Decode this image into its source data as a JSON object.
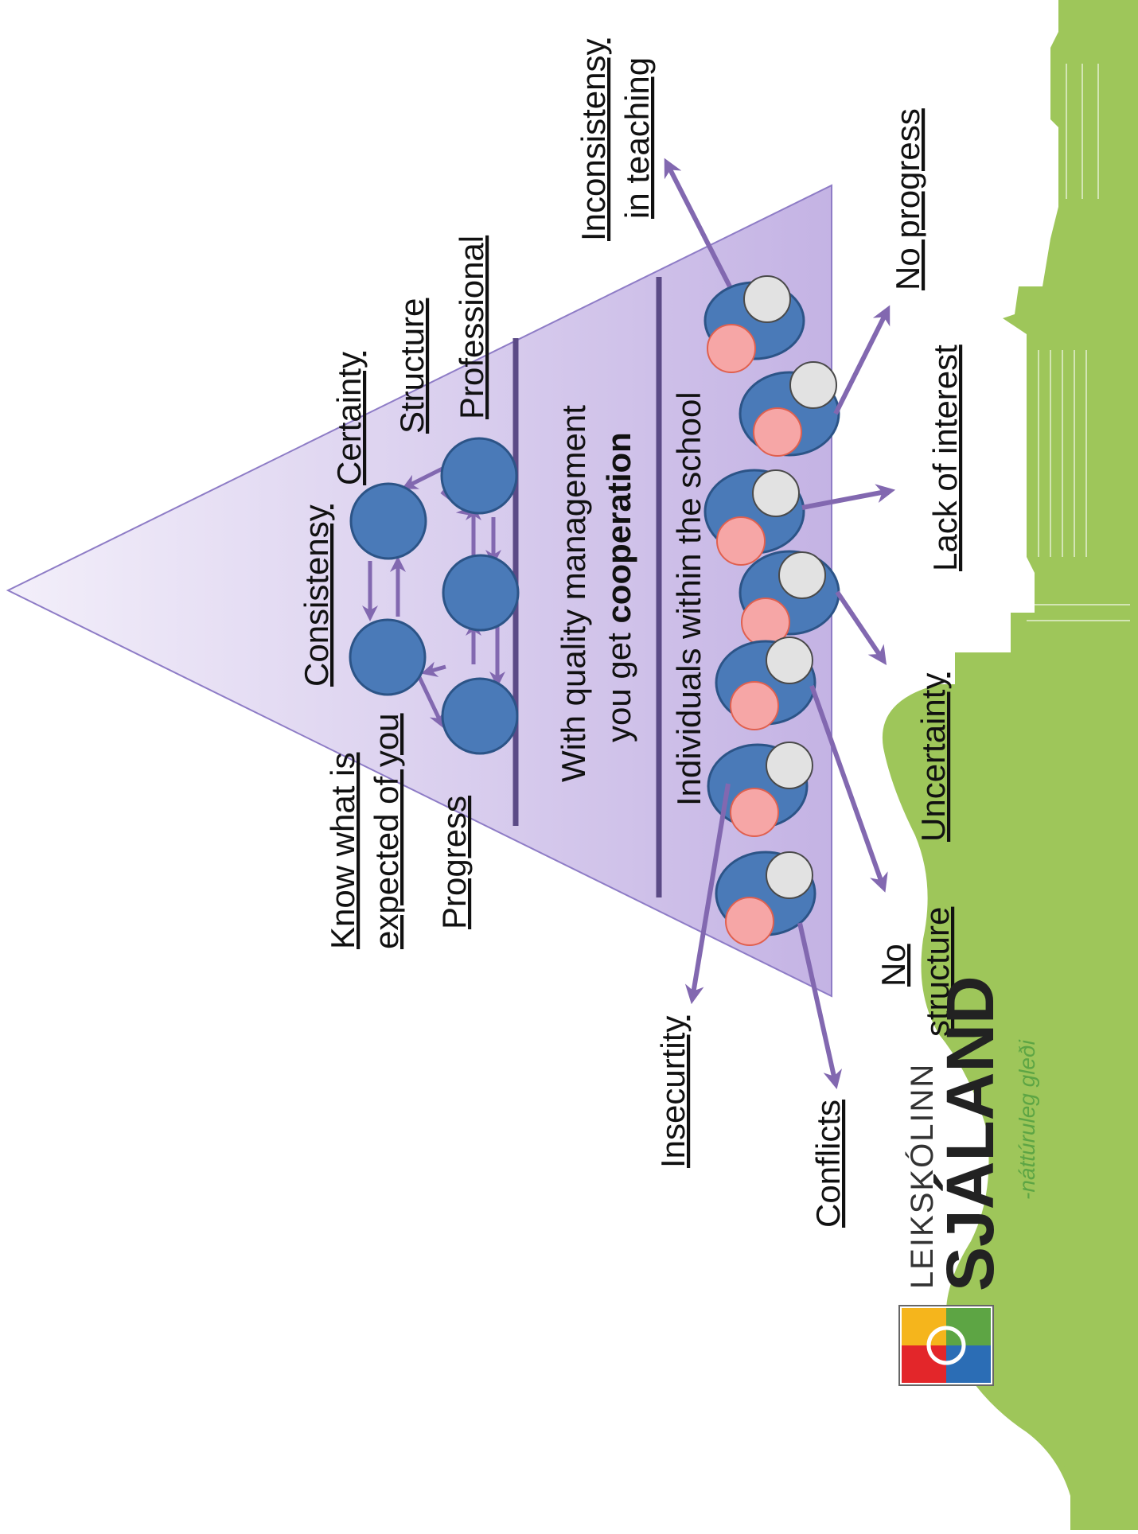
{
  "colors": {
    "triangle": "#c7b7e6",
    "triangle_light": "#ece6f7",
    "triangle_edge": "#8e7cc6",
    "circle": "#4a7ab8",
    "circle_edge": "#2c5487",
    "arrow": "#8268b0",
    "divider": "#5b4a86",
    "pink": "#f6a6a6",
    "pink_edge": "#e0604f",
    "grey": "#e2e2e2",
    "grey_edge": "#4a4a4a",
    "landscape": "#9ec65a",
    "text": "#111111"
  },
  "labels": {
    "know_line1": "Know what is",
    "know_line2": "expected of you",
    "progress": "Progress",
    "consistensy": "Consistensy",
    "certainty": "Certainty",
    "structure": "Structure",
    "professional": "Professional",
    "quality_line1": "With quality management",
    "quality_line2_prefix": "you get ",
    "quality_line2_bold": "cooperation",
    "individuals": "Individuals within the school",
    "inconsistensy_line1": "Inconsistensy",
    "inconsistensy_line2": "in teaching",
    "no_progress": "No progress",
    "lack_of_interest": "Lack of interest",
    "uncertainty": "Uncertainty",
    "no_structure_line1": "No",
    "no_structure_line2": "structure",
    "insecurtity": "Insecurtity",
    "conflicts": "Conflicts"
  },
  "logo": {
    "line1": "LEIKSKÓLINN",
    "line2": "SJÁLAND",
    "tagline": "-náttúruleg gleði"
  }
}
